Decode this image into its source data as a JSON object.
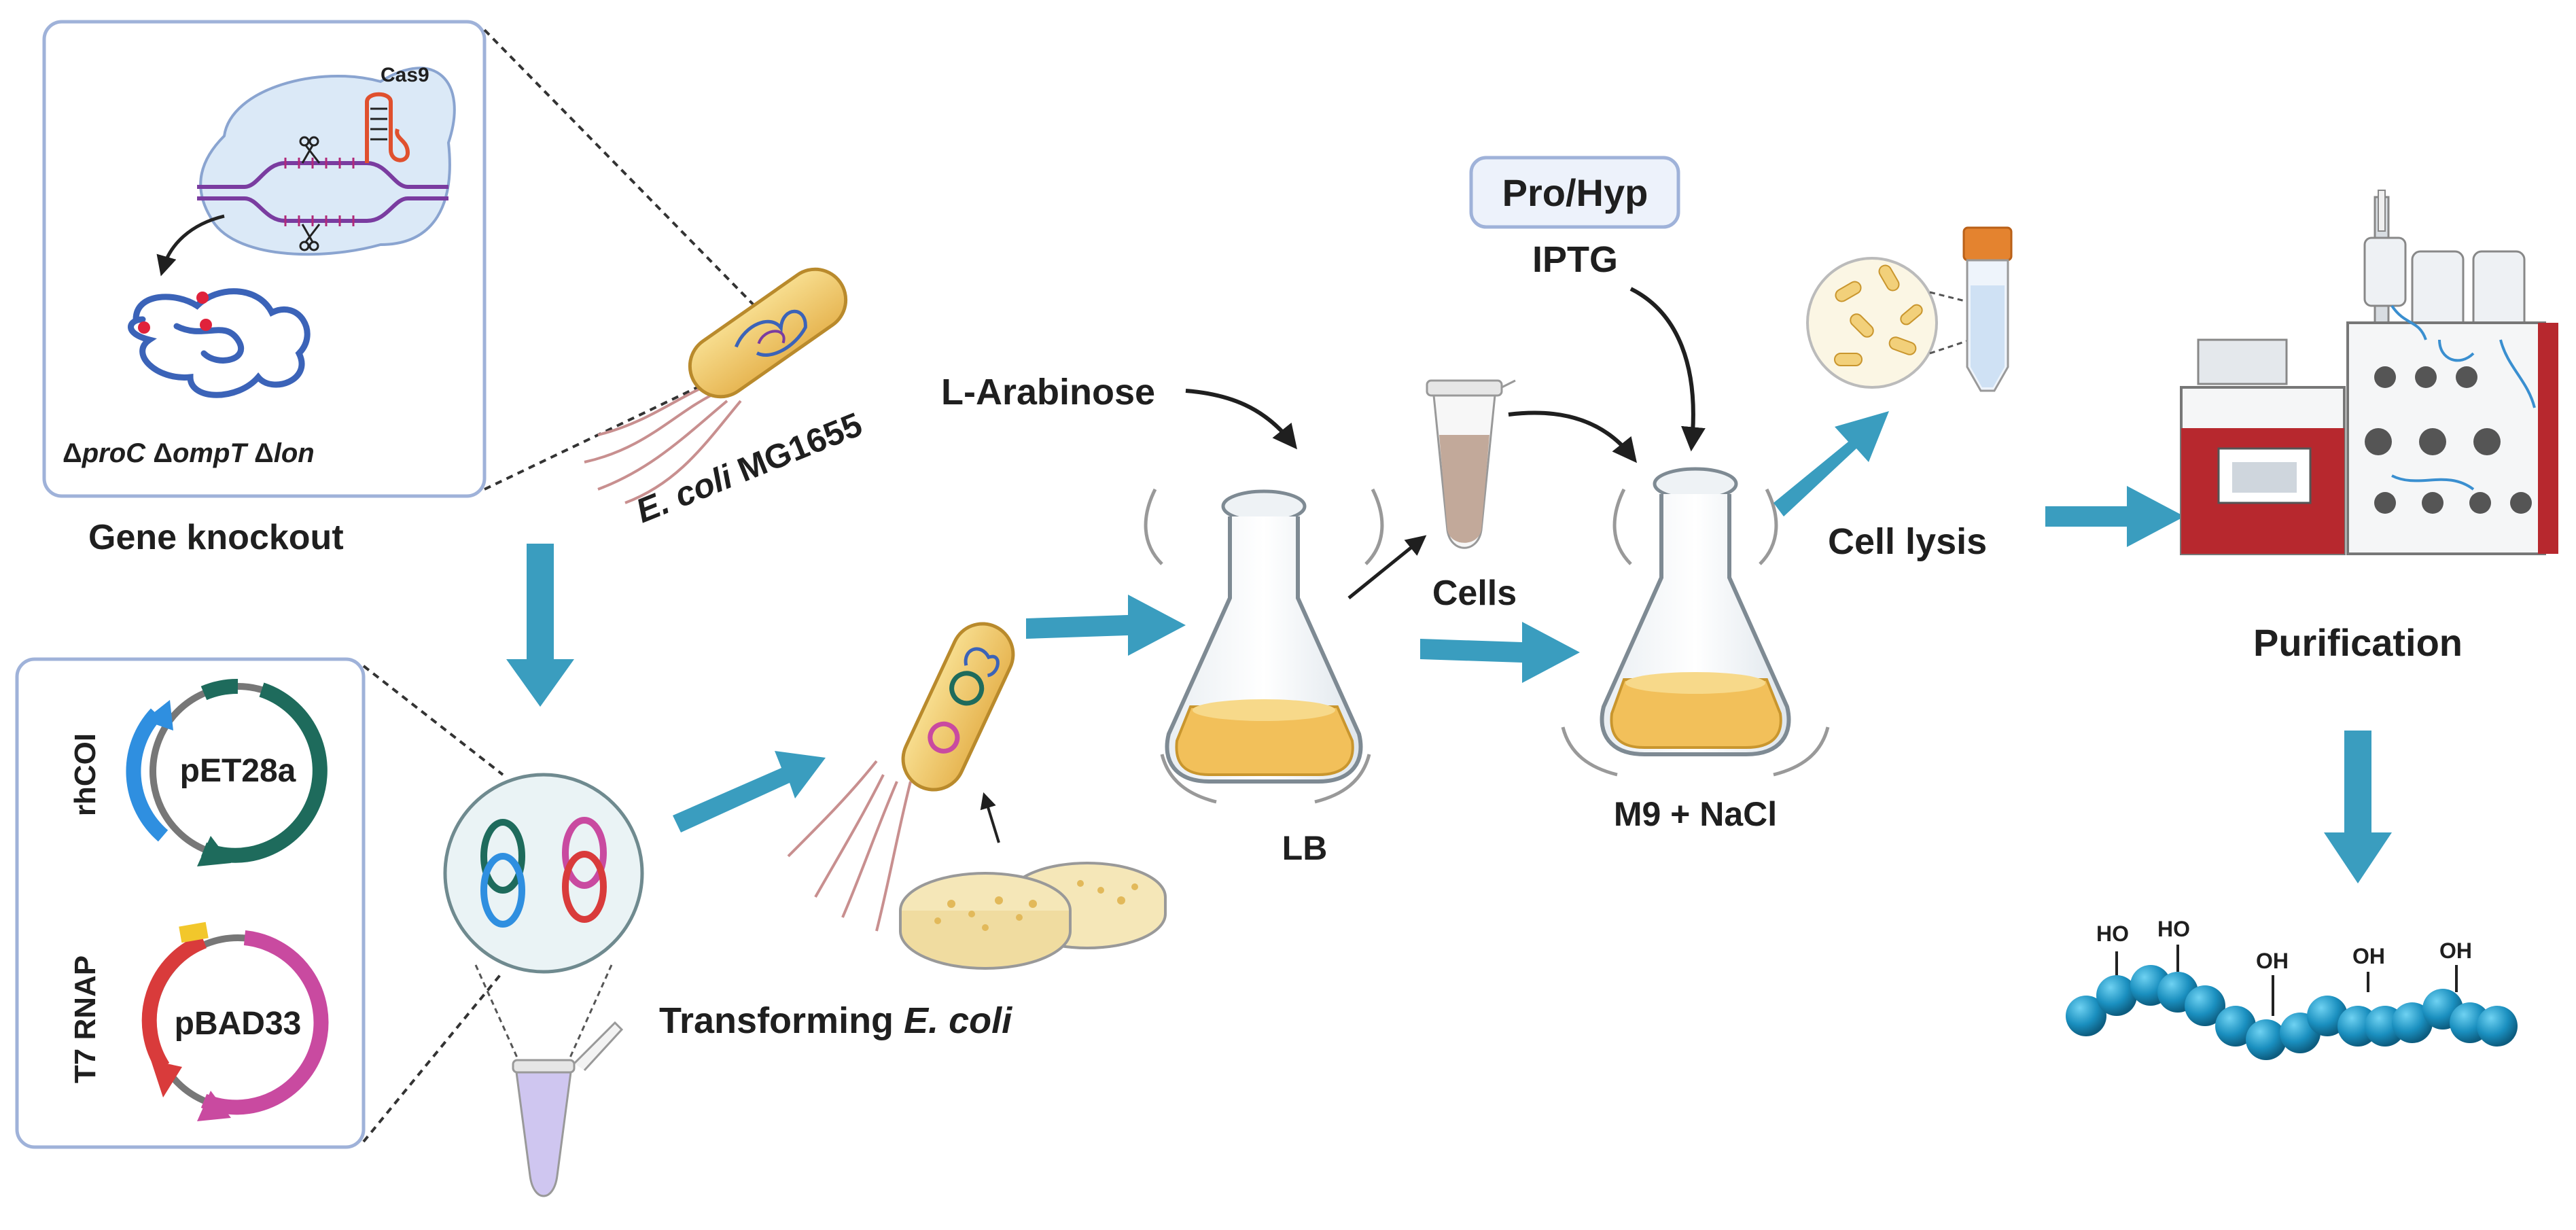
{
  "knockout": {
    "enzyme": "Cas9",
    "delta1": "Δ",
    "gene1": "proC",
    "delta2": "Δ",
    "gene2": "ompT",
    "delta3": "Δ",
    "gene3": "lon",
    "caption": "Gene knockout"
  },
  "host": {
    "species": "E. coli",
    "strain": "MG1655"
  },
  "plasmids": {
    "p1_name": "pET28a",
    "p1_gene": "rhCOI",
    "p2_name": "pBAD33",
    "p2_gene": "T7 RNAP"
  },
  "transform": {
    "prefix": "Transforming ",
    "species": "E. coli"
  },
  "inducer1": "L-Arabinose",
  "flask1_label": "LB",
  "cells_label": "Cells",
  "supplement": "Pro/Hyp",
  "inducer2": "IPTG",
  "flask2_label": "M9 + NaCl",
  "lysis_label": "Cell lysis",
  "purification_label": "Purification",
  "product": {
    "groups": [
      "HO",
      "HO",
      "OH",
      "OH",
      "OH"
    ]
  },
  "colors": {
    "flow_arrow": "#3a9dbf",
    "panel_border": "#9fb2d9",
    "bead": "#1a8fbf",
    "medium": "#f2c05a",
    "pet28a": "#1e6b5c",
    "pbad33": "#c94aa0",
    "red_arc": "#d93b3b",
    "blue_arc": "#2f8fe0",
    "instrument": "#b7282e"
  }
}
